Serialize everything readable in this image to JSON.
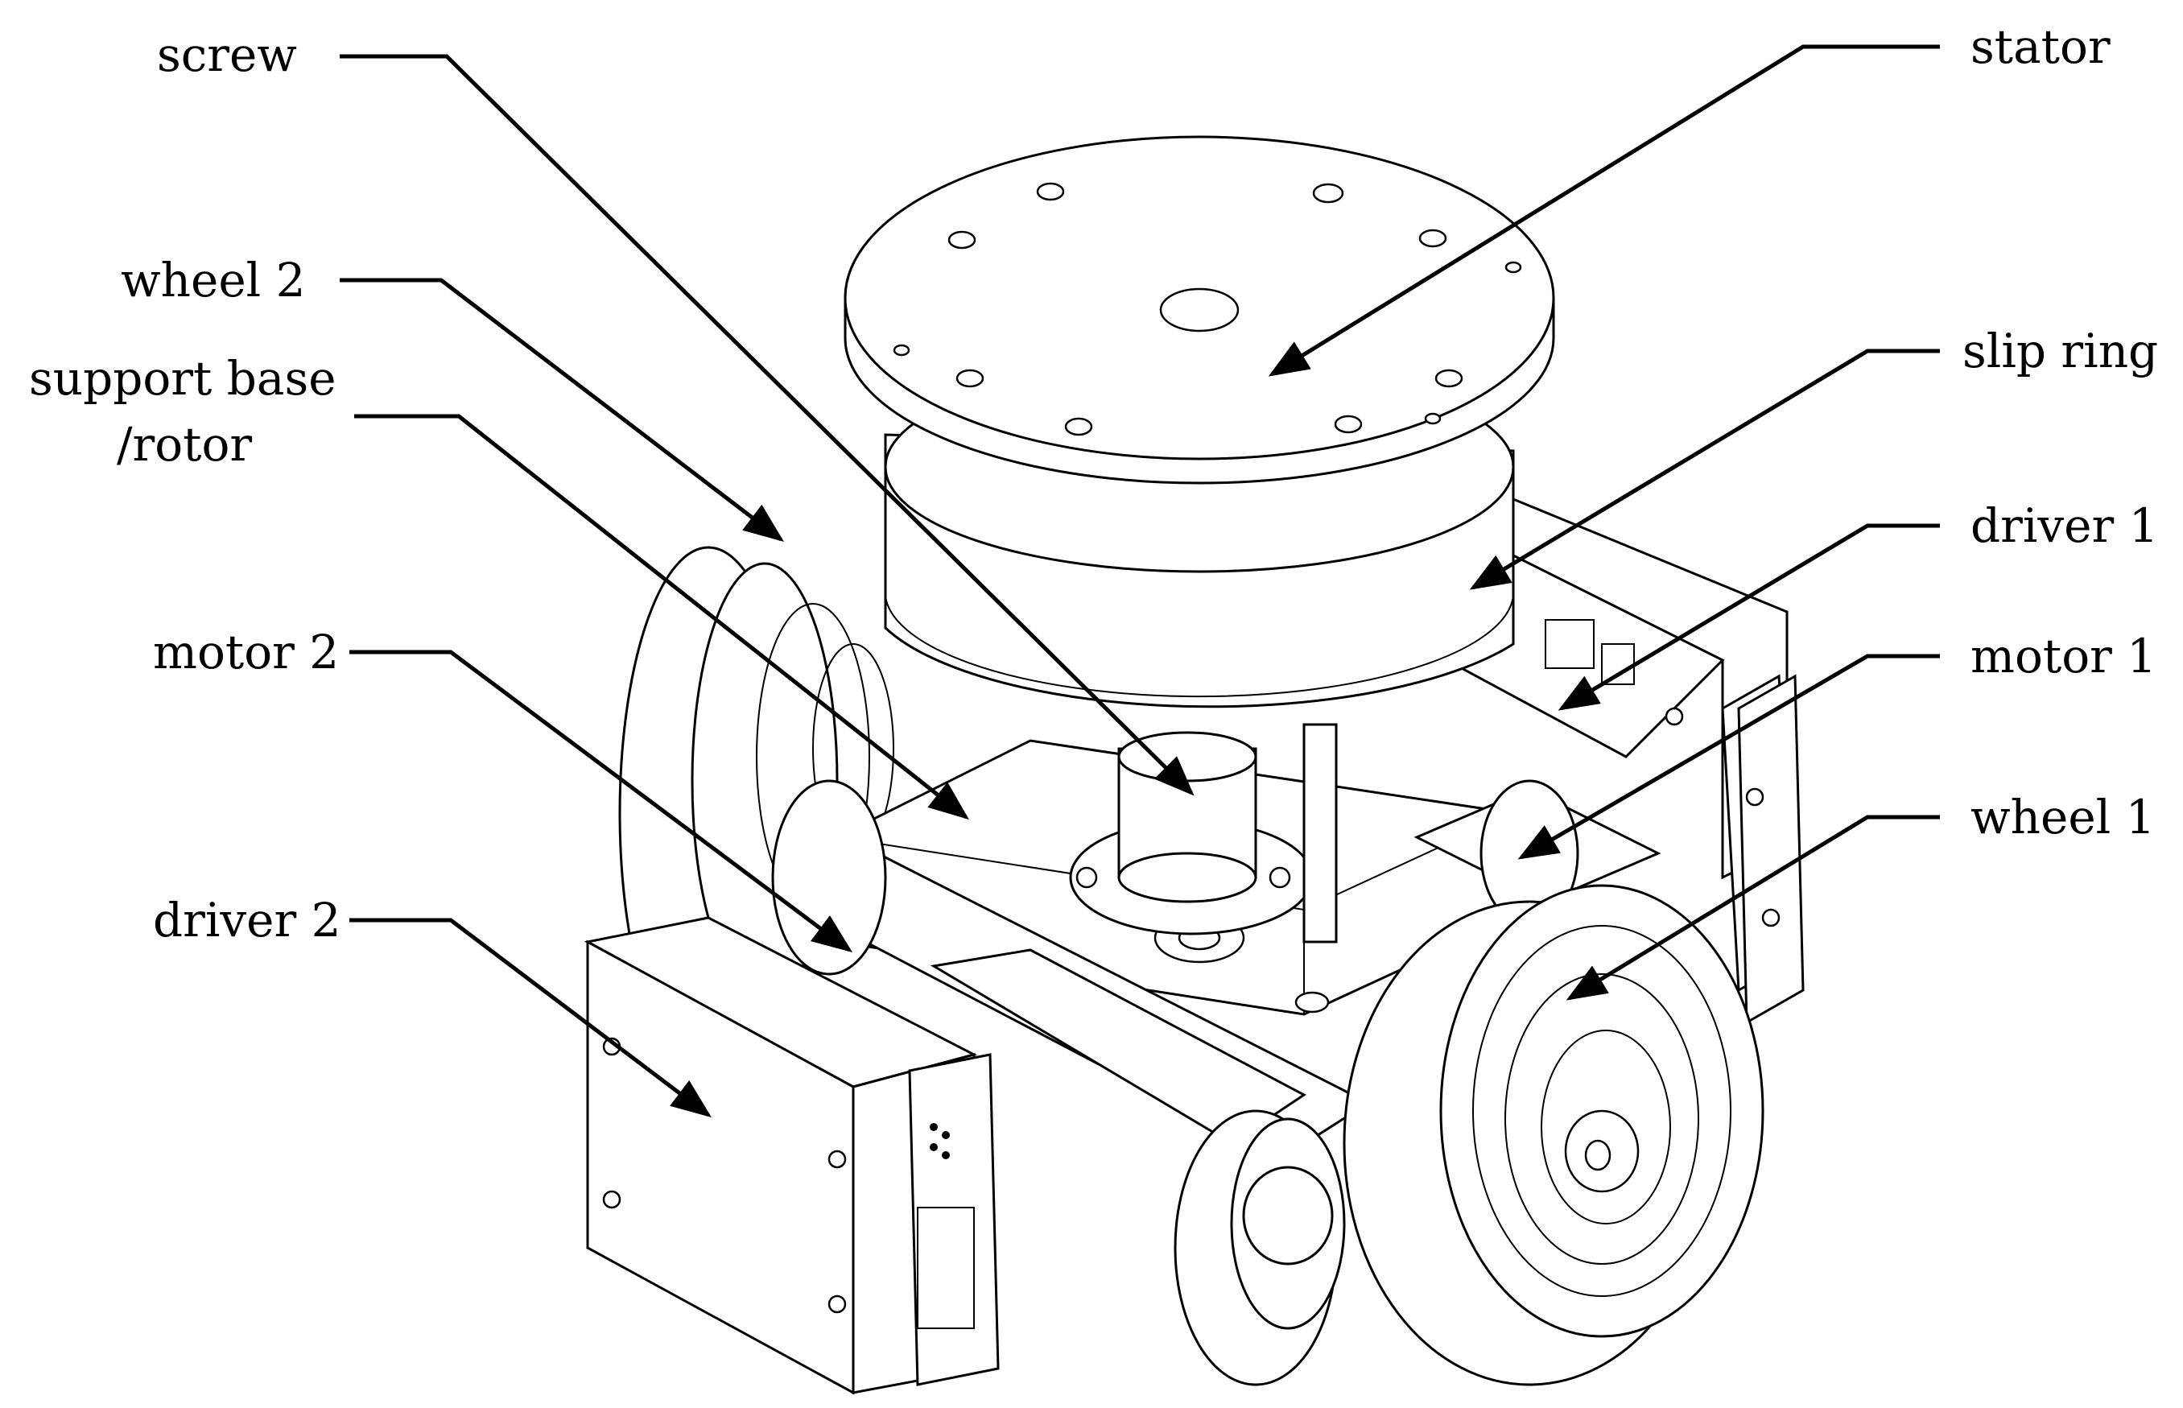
{
  "labels": {
    "screw": "screw",
    "stator": "stator",
    "wheel_2": "wheel 2",
    "slip_ring": "slip ring",
    "support_base_line1": "support base",
    "support_base_line2": "/rotor",
    "driver_1": "driver 1",
    "motor_2": "motor 2",
    "motor_1": "motor 1",
    "wheel_1": "wheel 1",
    "driver_2": "driver 2"
  },
  "colors": {
    "line": "#000000",
    "background": "#ffffff"
  }
}
